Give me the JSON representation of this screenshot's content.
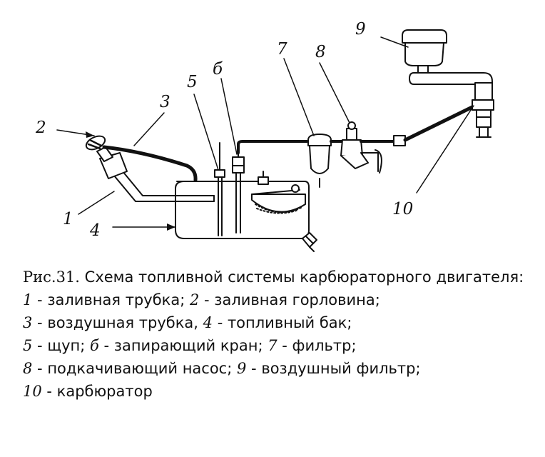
{
  "diagram": {
    "labels": [
      {
        "id": "2",
        "text": "2"
      },
      {
        "id": "3",
        "text": "3"
      },
      {
        "id": "5",
        "text": "5"
      },
      {
        "id": "6",
        "text": "б"
      },
      {
        "id": "7",
        "text": "7"
      },
      {
        "id": "8",
        "text": "8"
      },
      {
        "id": "9",
        "text": "9"
      },
      {
        "id": "1",
        "text": "1"
      },
      {
        "id": "4",
        "text": "4"
      },
      {
        "id": "10",
        "text": "10"
      }
    ]
  },
  "caption": {
    "figure_label": "Рис.31.",
    "title": "Схема топливной системы карбюраторного двигателя:",
    "items": [
      {
        "num": "1",
        "text": "заливная трубка"
      },
      {
        "num": "2",
        "text": "заливная горловина"
      },
      {
        "num": "3",
        "text": "воздушная трубка"
      },
      {
        "num": "4",
        "text": "топливный бак"
      },
      {
        "num": "5",
        "text": "щуп"
      },
      {
        "num": "б",
        "text": "запирающий кран"
      },
      {
        "num": "7",
        "text": "фильтр"
      },
      {
        "num": "8",
        "text": "подкачивающий насос"
      },
      {
        "num": "9",
        "text": "воздушный фильтр"
      },
      {
        "num": "10",
        "text": "карбюратор"
      }
    ]
  }
}
